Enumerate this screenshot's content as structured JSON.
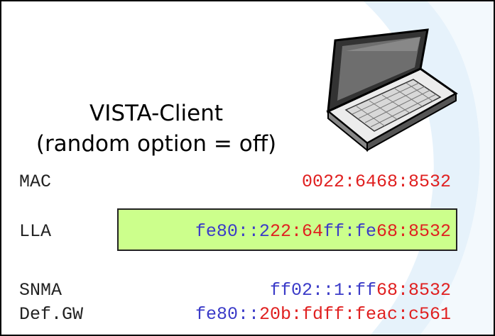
{
  "title_line1": "VISTA-Client",
  "title_line2": "(random option = off)",
  "rows": {
    "mac": {
      "label": "MAC",
      "value": "0022:6468:8532"
    },
    "lla": {
      "label": "LLA",
      "prefix": "fe80::2",
      "mid1": "22:64",
      "ff": "ff:fe",
      "suffix": "68:8532"
    },
    "snma": {
      "label": "SNMA",
      "prefix": "ff02::1:ff",
      "suffix": "68:8532"
    },
    "gw": {
      "label": "Def.GW",
      "prefix": "fe80::",
      "suffix": "20b:fdff:feac:c561"
    }
  },
  "colors": {
    "prefix": "#3b3bc8",
    "mac_bits": "#e02020",
    "highlight": "#ccff8c"
  },
  "icons": {
    "device": "laptop-icon"
  }
}
